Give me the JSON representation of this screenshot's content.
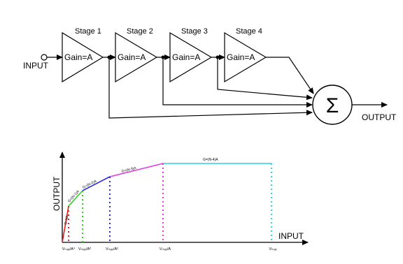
{
  "input_label": "INPUT",
  "output_label": "OUTPUT",
  "sum_symbol": "Σ",
  "stages": [
    {
      "name": "Stage 1",
      "gain": "Gain=A"
    },
    {
      "name": "Stage 2",
      "gain": "Gain=A"
    },
    {
      "name": "Stage 3",
      "gain": "Gain=A"
    },
    {
      "name": "Stage 4",
      "gain": "Gain=A"
    }
  ],
  "graph": {
    "y_axis_label": "OUTPUT",
    "x_axis_label": "INPUT",
    "segments": [
      {
        "label": "G=NA",
        "color": "#e8211f"
      },
      {
        "label": "G=(N-1)A",
        "color": "#2fd11f"
      },
      {
        "label": "G=(N-2)A",
        "color": "#2a2ad9"
      },
      {
        "label": "G=(N-3)A",
        "color": "#e338e3"
      },
      {
        "label": "G=(N-4)A",
        "color": "#29d6e6"
      }
    ],
    "x_ticks": [
      "Vₘₐₓ/A⁴",
      "Vₘₐₓ/A³",
      "Vₘₐₓ/A²",
      "Vₘₐₓ/A",
      "Vₘₐₓ"
    ]
  }
}
